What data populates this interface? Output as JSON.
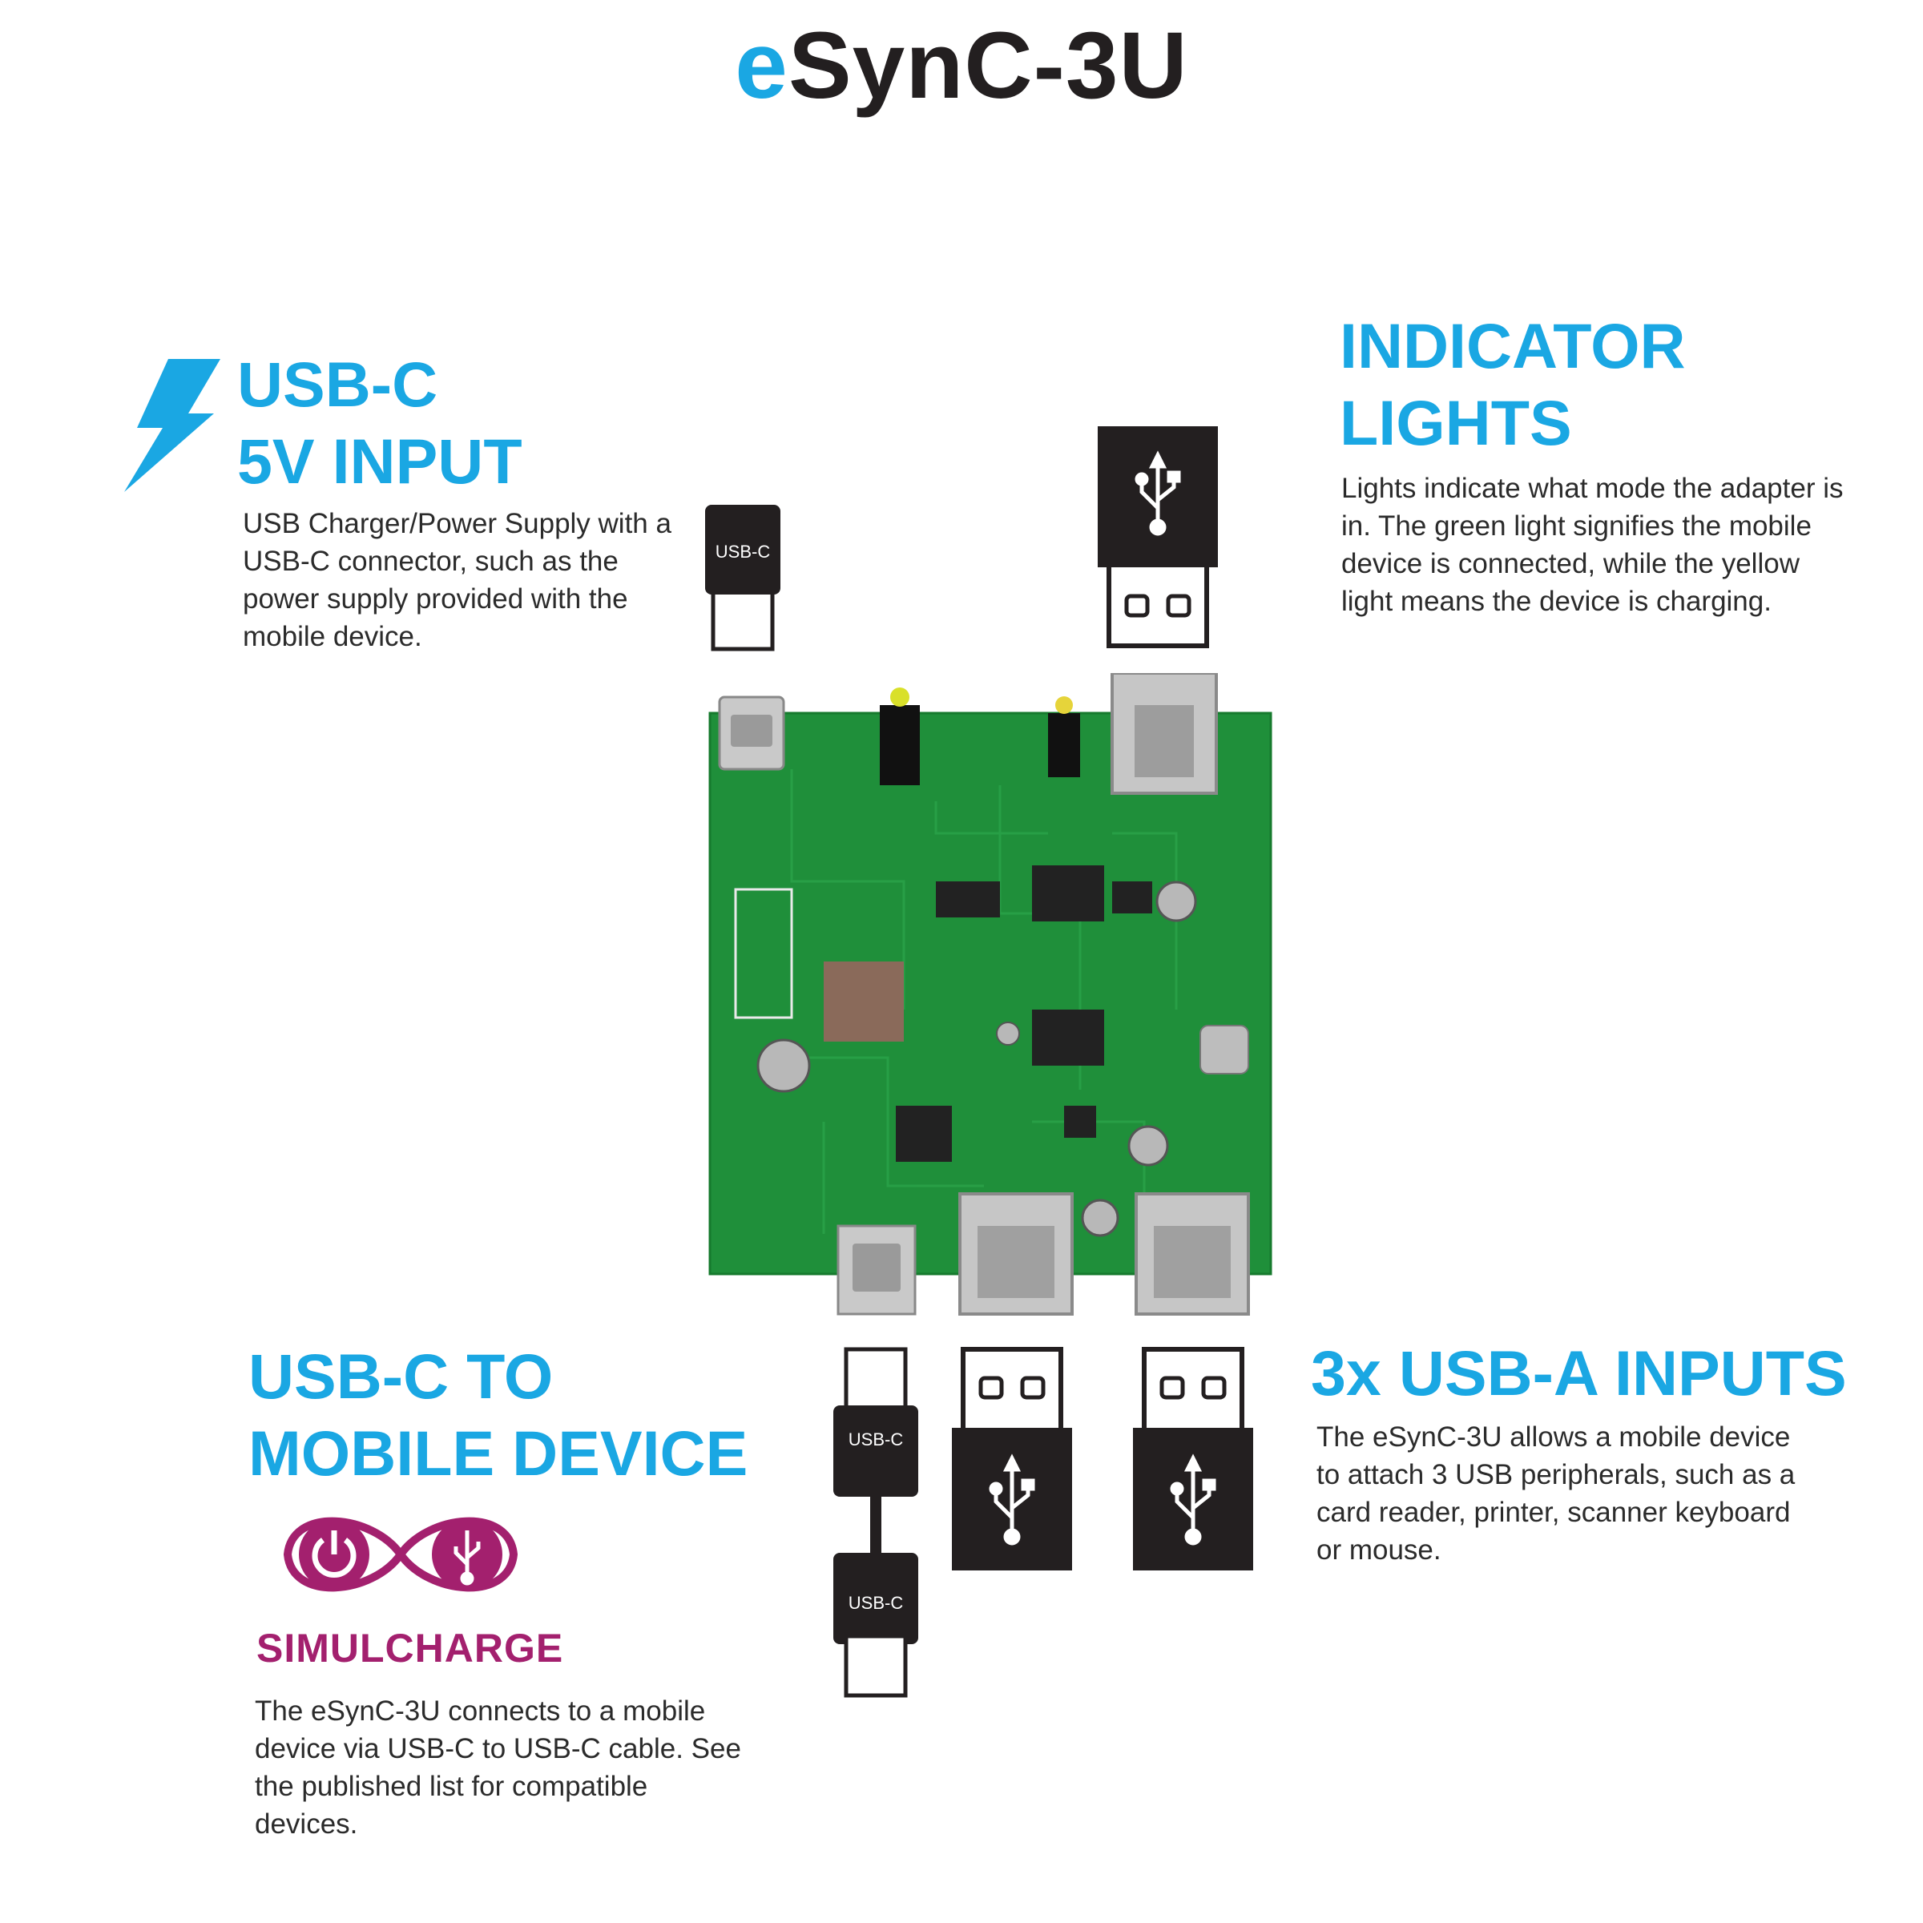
{
  "title": {
    "prefix": "e",
    "rest": "SynC-3U"
  },
  "colors": {
    "accent": "#1aa7e3",
    "simulcharge": "#a3206e",
    "pcb": "#1f8f3a",
    "dark": "#231f20"
  },
  "usb_c_input": {
    "icon": "lightning-icon",
    "heading_line1": "USB-C",
    "heading_line2": "5V INPUT",
    "description": "USB Charger/Power Supply with a USB-C connector, such as the power supply provided with the mobile device.",
    "connector_label": "USB-C"
  },
  "indicator_lights": {
    "heading_line1": "INDICATOR",
    "heading_line2": "LIGHTS",
    "description": "Lights indicate what mode the adapter is in. The green light signifies the mobile device is connected, while the yellow light means the device is charging.",
    "icon": "usb-icon"
  },
  "usb_c_to_mobile": {
    "heading_line1": "USB-C TO",
    "heading_line2": "MOBILE DEVICE",
    "badge_label": "SIMULCHARGE",
    "description": "The eSynC-3U connects to a mobile device via USB-C to USB-C cable. See the published list for compatible devices.",
    "cable_label_top": "USB-C",
    "cable_label_bottom": "USB-C"
  },
  "usb_a_inputs": {
    "heading": "3x USB-A INPUTS",
    "description": "The eSynC-3U allows a mobile device to attach 3 USB peripherals, such as a card reader, printer, scanner keyboard or mouse."
  }
}
